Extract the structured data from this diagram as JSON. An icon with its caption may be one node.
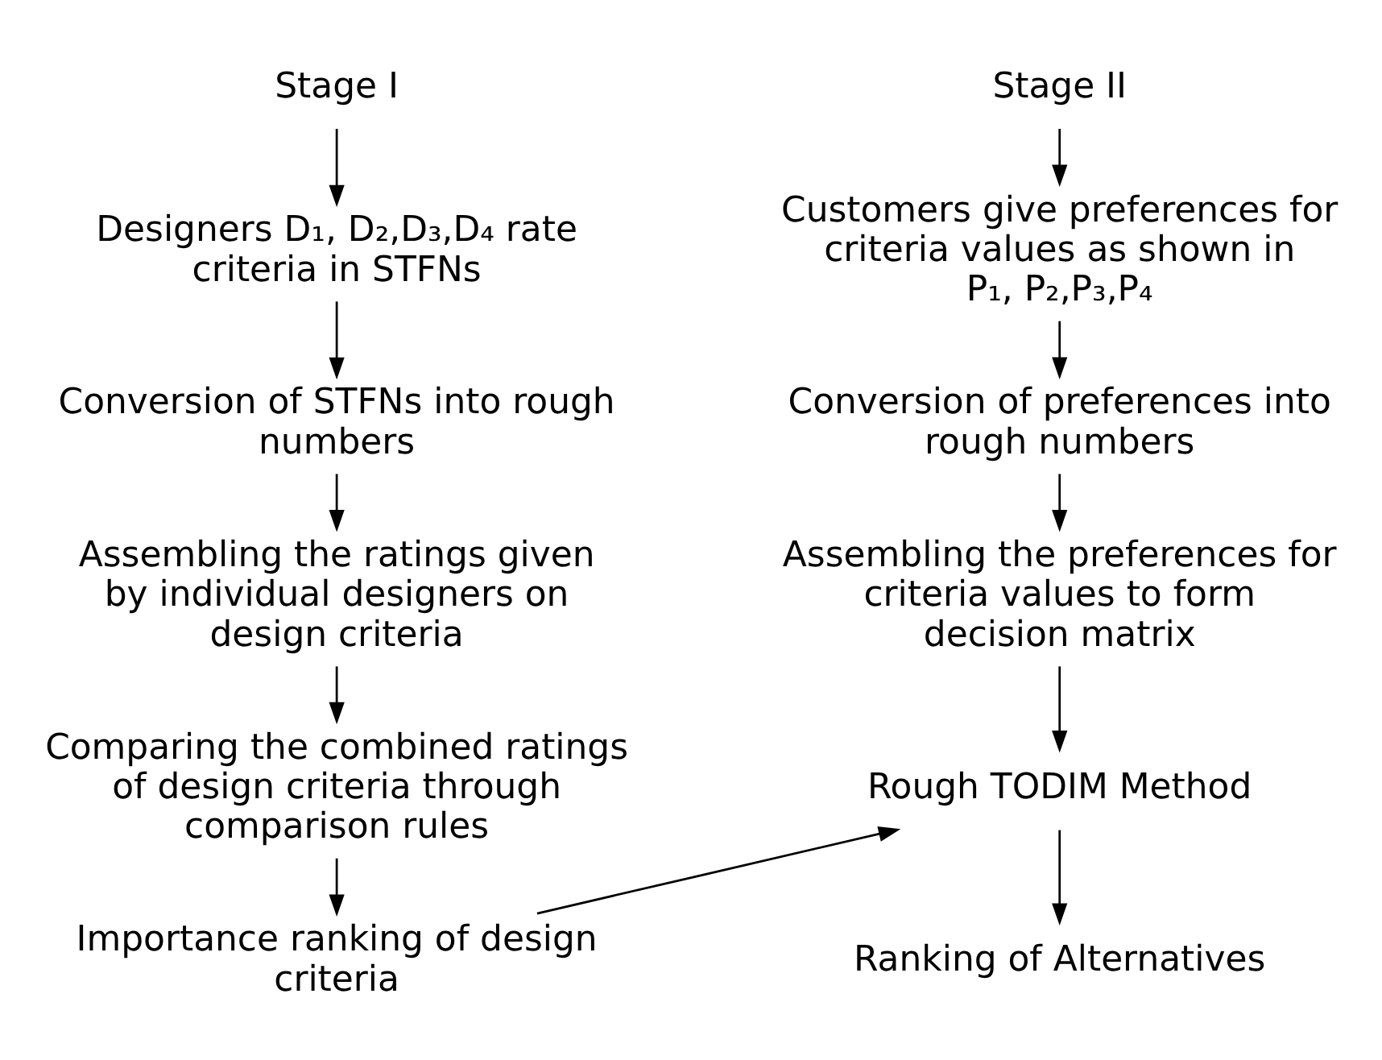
{
  "diagram": {
    "nodes": [
      {
        "text": [
          "Stage I"
        ]
      },
      {
        "text": [
          "Designers D₁, D₂,D₃,D₄ rate criteria in STFNs"
        ]
      },
      {
        "text": [
          "Conversion of STFNs into rough numbers"
        ]
      },
      {
        "text": [
          "Assembling the ratings given by individual designers on design criteria"
        ]
      },
      {
        "text": [
          "Comparing the combined ratings of design criteria through comparison rules"
        ]
      },
      {
        "text": [
          "Importance ranking of design criteria"
        ]
      },
      {
        "text": [
          "Stage II"
        ]
      },
      {
        "text": [
          "Customers give preferences for criteria values as shown in P₁, P₂,P₃,P₄"
        ]
      },
      {
        "text": [
          "Conversion of preferences into rough numbers"
        ]
      },
      {
        "text": [
          "Assembling the preferences for criteria values to form decision matrix"
        ]
      },
      {
        "text": [
          "Rough TODIM Method"
        ]
      },
      {
        "text": [
          "Ranking of Alternatives"
        ]
      }
    ],
    "edges": [
      {
        "from": 0,
        "to": 1,
        "arrow": "to"
      },
      {
        "from": 1,
        "to": 2,
        "arrow": "to"
      },
      {
        "from": 2,
        "to": 3,
        "arrow": "to"
      },
      {
        "from": 3,
        "to": 4,
        "arrow": "to"
      },
      {
        "from": 4,
        "to": 5,
        "arrow": "to"
      },
      {
        "from": 6,
        "to": 7,
        "arrow": "to"
      },
      {
        "from": 7,
        "to": 8,
        "arrow": "to"
      },
      {
        "from": 8,
        "to": 9,
        "arrow": "to"
      },
      {
        "from": 9,
        "to": 10,
        "arrow": "to"
      },
      {
        "from": 10,
        "to": 11,
        "arrow": "to"
      },
      {
        "from": 5,
        "to": 10,
        "arrow": "to"
      }
    ]
  }
}
